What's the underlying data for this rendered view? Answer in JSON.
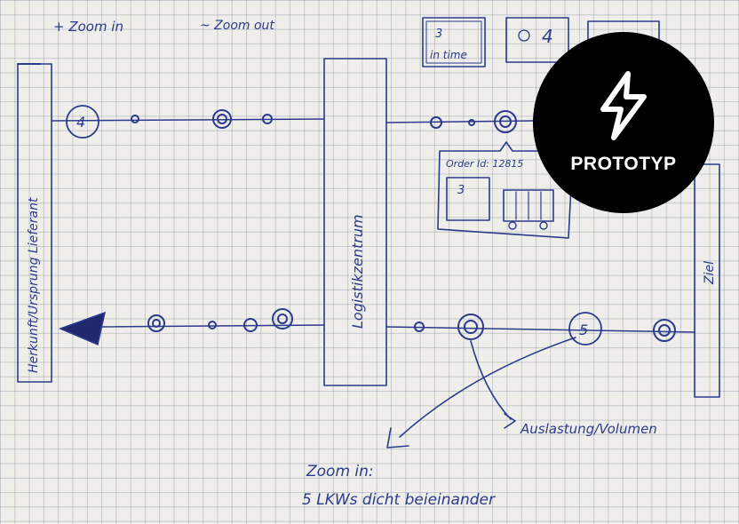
{
  "toolbar": {
    "zoom_in": "+ Zoom in",
    "zoom_out": "~ Zoom out"
  },
  "widgets": {
    "in_time_count": "3",
    "in_time_label": "in time",
    "alert_count": "4"
  },
  "labels": {
    "origin": "Herkunft/Ursprung Lieferant",
    "logistics": "Logistikzentrum",
    "destination": "Ziel",
    "node_top": "4",
    "node_bottom": "5",
    "utilization": "Auslastung/Volumen",
    "zoom_note_1": "Zoom in:",
    "zoom_note_2": "5 LKWs dicht beieinander"
  },
  "popup": {
    "order_id": "Order Id: 12815",
    "count": "3"
  },
  "badge": {
    "text": "PROTOTYP",
    "icon": "lightning-bolt-icon",
    "background": "#000000",
    "foreground": "#ffffff"
  },
  "colors": {
    "ink": "#2b3a8c",
    "paper": "#efeeea"
  }
}
